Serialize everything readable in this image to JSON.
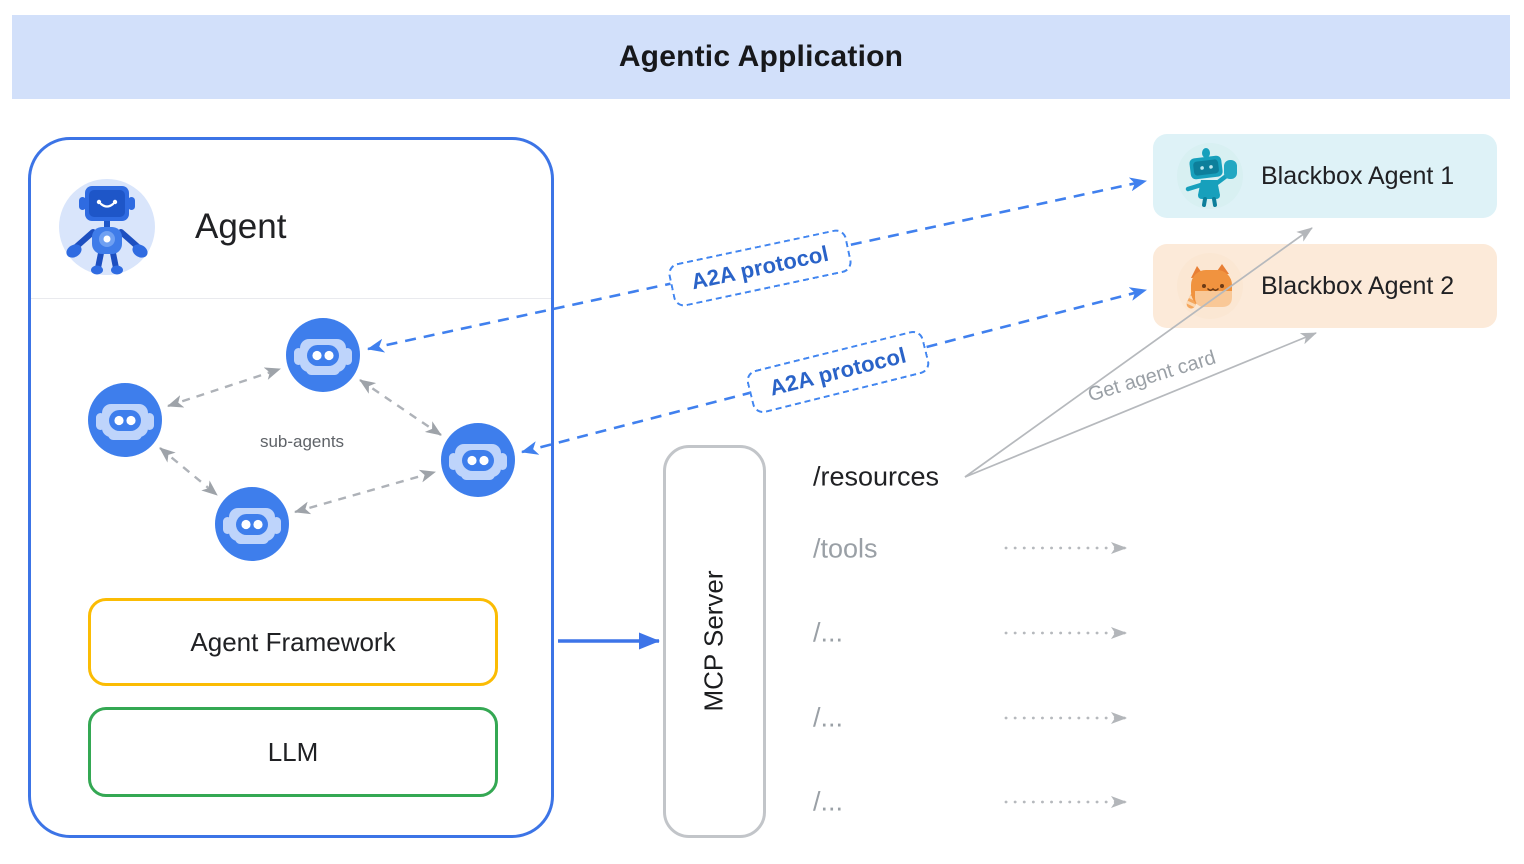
{
  "header": {
    "title": "Agentic Application",
    "bg_color": "#d2e0fa"
  },
  "agent": {
    "title": "Agent",
    "avatar_icon": "blue-robot-icon",
    "sub_agents_label": "sub-agents",
    "sub_agent_icon": "robot-head-icon",
    "framework_label": "Agent Framework",
    "llm_label": "LLM",
    "border_color": "#3c74e6",
    "framework_border_color": "#fbbc04",
    "llm_border_color": "#34a853"
  },
  "mcp": {
    "label": "MCP Server",
    "border_color": "#c2c5c9"
  },
  "a2a": {
    "labels": [
      "A2A protocol",
      "A2A protocol"
    ],
    "text_color": "#2a63c8",
    "arrow_color": "#4080ee"
  },
  "blackbox_agents": [
    {
      "label": "Blackbox Agent 1",
      "icon": "teal-robot-icon",
      "bg_color": "#def2f7"
    },
    {
      "label": "Blackbox Agent 2",
      "icon": "orange-cat-icon",
      "bg_color": "#fcead9"
    }
  ],
  "get_agent_card_label": "Get agent card",
  "endpoints": [
    {
      "label": "/resources",
      "emphasis": "dark"
    },
    {
      "label": "/tools",
      "emphasis": "muted"
    },
    {
      "label": "/...",
      "emphasis": "muted"
    },
    {
      "label": "/...",
      "emphasis": "muted"
    },
    {
      "label": "/...",
      "emphasis": "muted"
    }
  ],
  "colors": {
    "sub_agent_blue": "#3e7eec",
    "sub_agent_light": "#bed4fb",
    "gray_dash": "#aeb2b8",
    "gray_text": "#9aa0a6"
  }
}
